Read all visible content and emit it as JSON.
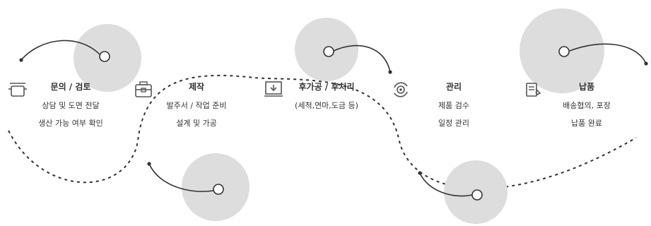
{
  "steps": [
    {
      "icon": "pot-icon",
      "title": "문의 / 검토",
      "lines": [
        "상담 및 도면 전달",
        "생산 가능 여부 확인"
      ]
    },
    {
      "icon": "toolbox-icon",
      "title": "제작",
      "lines": [
        "발주서 / 작업 준비",
        "설계 및 가공"
      ]
    },
    {
      "icon": "monitor-download-icon",
      "title": "후가공 / 후처리",
      "lines": [
        "(세척,연마,도금 등)"
      ]
    },
    {
      "icon": "gear-cycle-icon",
      "title": "관리",
      "lines": [
        "제품 검수",
        "일정 관리"
      ]
    },
    {
      "icon": "delivery-icon",
      "title": "납품",
      "lines": [
        "배송협의, 포장",
        "납품 완료"
      ]
    }
  ],
  "colors": {
    "text": "#333333",
    "dashed_line": "#333333",
    "accent_circle": "#dddddd",
    "inner_circle": "#ffffff",
    "icon_stroke": "#555555"
  }
}
